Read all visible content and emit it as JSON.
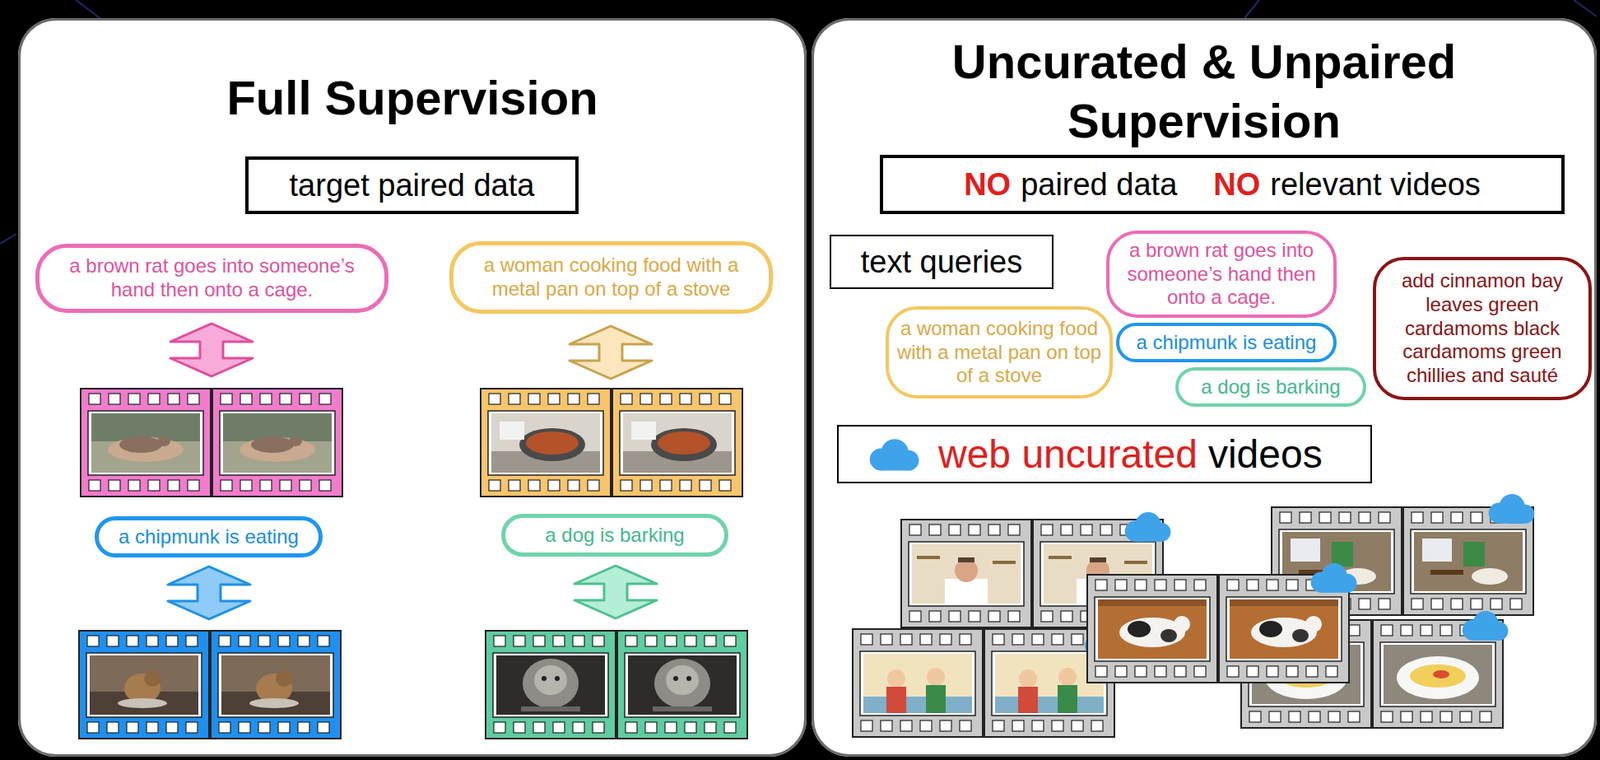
{
  "diagram": {
    "nodes": [
      {
        "text": [
          "Full Supervision"
        ]
      },
      {
        "text": [
          "target paired data"
        ],
        "in": 0
      },
      {
        "text": [
          "a brown rat goes into someone’s hand then onto a cage."
        ],
        "in": 0
      },
      {
        "text": [
          "a woman cooking food with a metal pan on top of a stove"
        ],
        "in": 0
      },
      {
        "text": [
          "a chipmunk is eating"
        ],
        "in": 0
      },
      {
        "text": [
          "a dog is barking"
        ],
        "in": 0
      },
      {
        "text": [
          "Uncurated & Unpaired Supervision"
        ]
      },
      {
        "text": [
          "NO",
          "paired data",
          "NO",
          "relevant videos"
        ],
        "in": 6
      },
      {
        "text": [
          "text queries"
        ],
        "in": 6
      },
      {
        "text": [
          "a brown rat goes into someone’s hand then onto a cage."
        ],
        "in": 6
      },
      {
        "text": [
          "a woman cooking food with a metal pan on top of a stove"
        ],
        "in": 6
      },
      {
        "text": [
          "a chipmunk is eating"
        ],
        "in": 6
      },
      {
        "text": [
          "a dog is barking"
        ],
        "in": 6
      },
      {
        "text": [
          "add cinnamon bay leaves green cardamoms black cardamoms green chillies and sauté"
        ],
        "in": 6
      },
      {
        "text": [
          "web uncurated",
          "videos"
        ],
        "in": 6
      }
    ]
  }
}
